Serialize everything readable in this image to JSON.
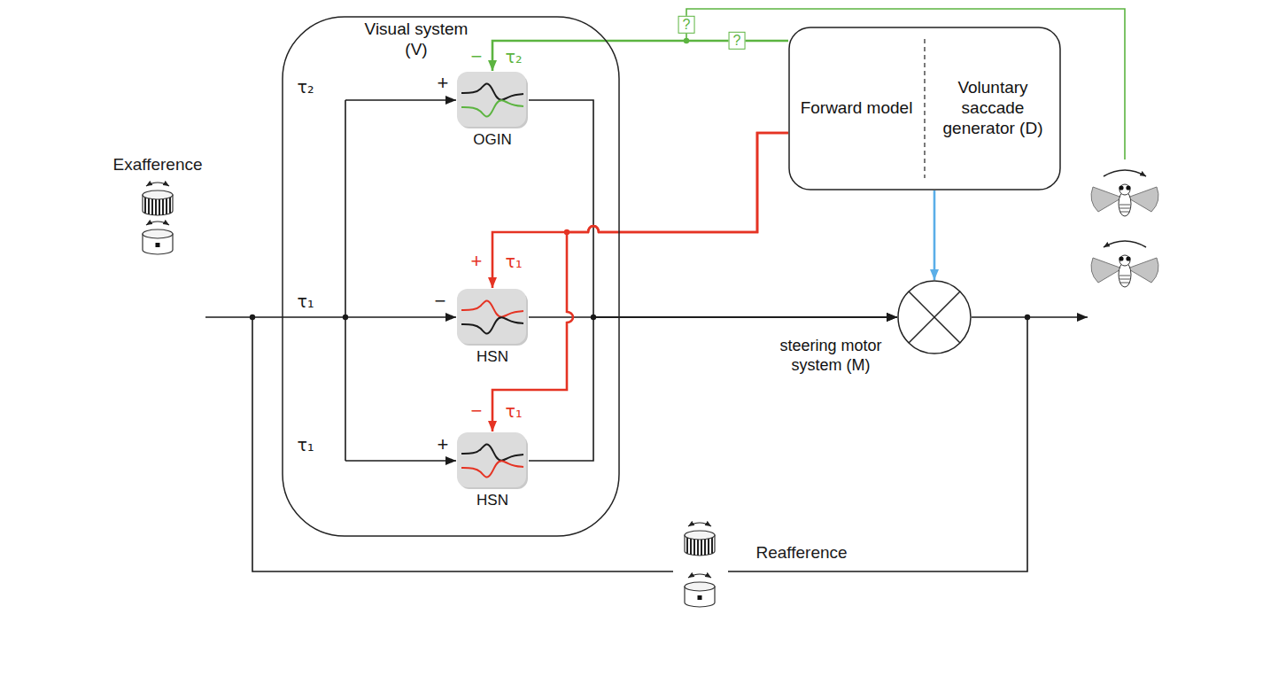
{
  "diagram": {
    "nodes": [
      {
        "text": [
          "Visual system (V)"
        ]
      },
      {
        "text": [
          "OGIN"
        ],
        "in": 0
      },
      {
        "text": [
          "HSN"
        ],
        "in": 0
      },
      {
        "text": [
          "HSN"
        ],
        "in": 0
      },
      {
        "text": [
          "Forward model",
          "Voluntary saccade generator (D)"
        ]
      },
      {
        "text": [
          "steering motor system (M)"
        ]
      }
    ],
    "edges": [
      {
        "from": 1,
        "to": 5,
        "arrow": "to"
      },
      {
        "from": 2,
        "to": 5,
        "arrow": "to"
      },
      {
        "from": 3,
        "to": 5,
        "arrow": "to"
      },
      {
        "from": 4,
        "to": 1,
        "arrow": "to"
      },
      {
        "from": 4,
        "to": 2,
        "arrow": "to"
      },
      {
        "from": 4,
        "to": 3,
        "arrow": "to"
      },
      {
        "from": 4,
        "to": 5,
        "arrow": "to"
      }
    ],
    "labels": [
      "τ₂",
      "+",
      "−",
      "τ₂",
      "?",
      "?",
      "τ₁",
      "−",
      "+",
      "τ₁",
      "τ₁",
      "+",
      "−",
      "τ₁",
      "Exafference",
      "Reafference"
    ]
  }
}
